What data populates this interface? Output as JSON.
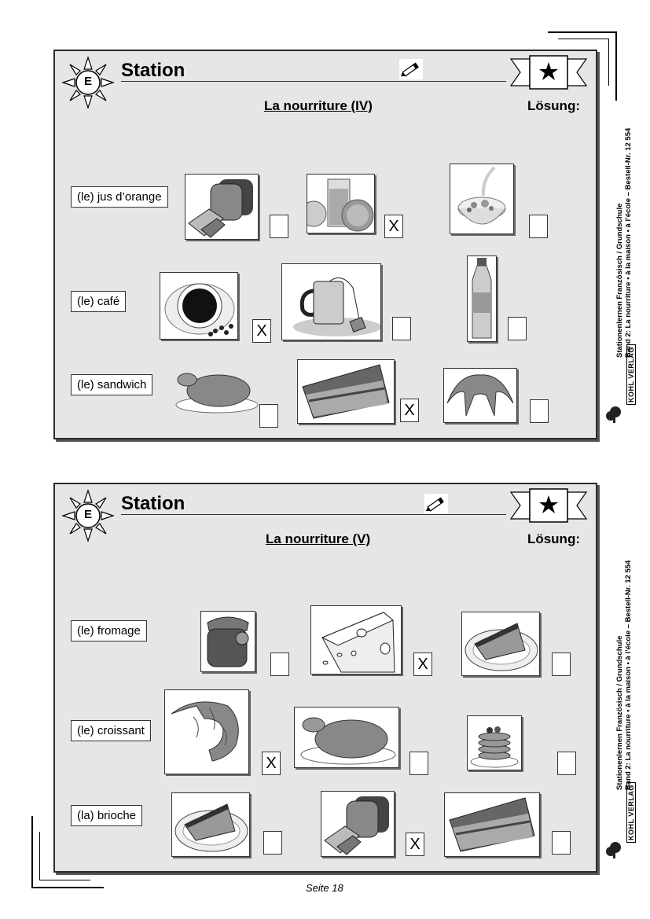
{
  "cards": [
    {
      "station_label": "Station",
      "station_letter": "E",
      "title": "La nourriture (IV)",
      "solution_label": "Lösung:",
      "rows": [
        {
          "word": "(le) jus d’orange",
          "marks": [
            "",
            "X",
            ""
          ],
          "icons": [
            "bread-icon",
            "orange-juice-icon",
            "cereal-milk-icon"
          ]
        },
        {
          "word": "(le) café",
          "marks": [
            "X",
            "",
            ""
          ],
          "icons": [
            "coffee-cup-icon",
            "tea-mug-icon",
            "water-bottle-icon"
          ]
        },
        {
          "word": "(le) sandwich",
          "marks": [
            "",
            "X",
            ""
          ],
          "icons": [
            "roast-chicken-icon",
            "sandwich-icon",
            "croissant-icon"
          ]
        }
      ]
    },
    {
      "station_label": "Station",
      "station_letter": "E",
      "title": "La nourriture (V)",
      "solution_label": "Lösung:",
      "rows": [
        {
          "word": "(le) fromage",
          "marks": [
            "",
            "X",
            ""
          ],
          "icons": [
            "jam-jar-icon",
            "cheese-icon",
            "cake-slice-icon"
          ]
        },
        {
          "word": "(le) croissant",
          "marks": [
            "X",
            "",
            ""
          ],
          "icons": [
            "croissant-icon",
            "roast-chicken-icon",
            "pancakes-icon"
          ]
        },
        {
          "word": "(la) brioche",
          "marks": [
            "",
            "X",
            ""
          ],
          "icons": [
            "cake-slice-icon",
            "bread-icon",
            "sandwich-icon"
          ]
        }
      ]
    }
  ],
  "sidebar": {
    "line1": "Stationenlernen Französisch / Grundschule",
    "line2": "Band 2: La nourriture • à la maison • à l’école  –  Bestell-Nr. 12 554",
    "publisher": "KOHL VERLAG"
  },
  "footer": {
    "page": "Seite 18"
  }
}
